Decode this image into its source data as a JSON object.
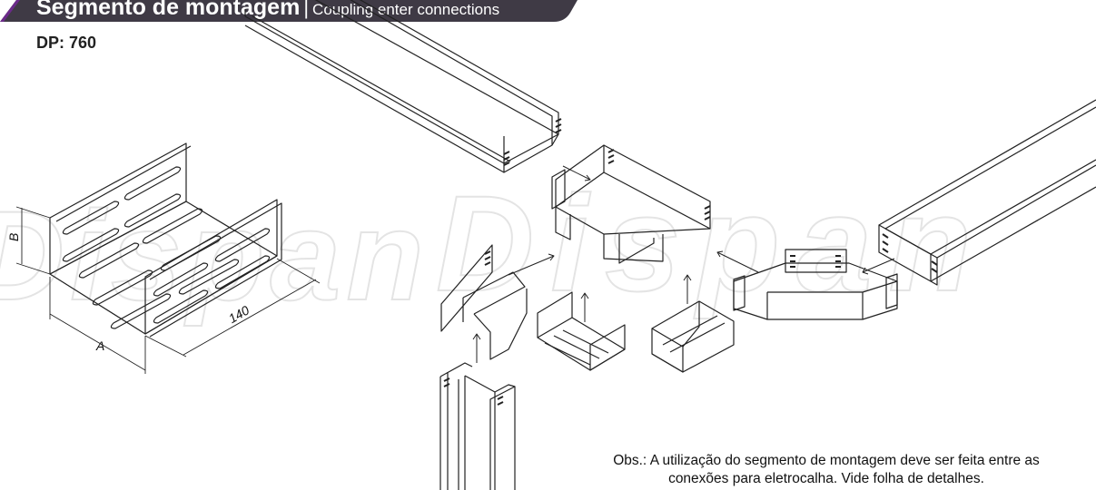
{
  "header": {
    "title": "Segmento de montagem",
    "separator": "|",
    "subtitle": "Coupling enter connections"
  },
  "product_code": "DP: 760",
  "watermark": "Dispan",
  "dimensions": {
    "height": "B",
    "width": "A",
    "length": "140"
  },
  "note": {
    "line1": "Obs.: A utilização do segmento de montagem deve ser feita entre as",
    "line2": "conexões para eletrocalha. Vide folha de detalhes."
  },
  "colors": {
    "tab": "#3f3a45",
    "line": "#222222",
    "watermark": "#e6e6e6"
  }
}
